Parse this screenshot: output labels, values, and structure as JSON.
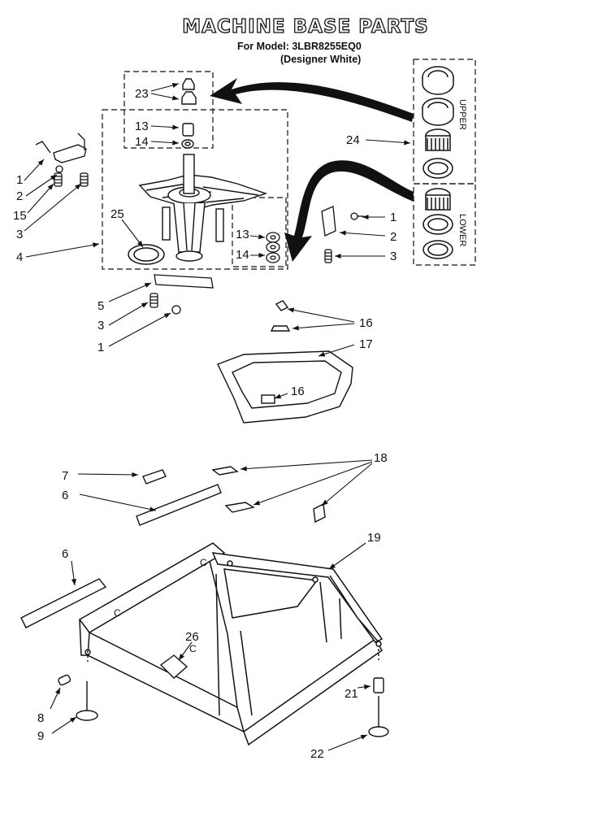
{
  "header": {
    "title": "MACHINE BASE PARTS",
    "model": "For Model: 3LBR8255EQ0",
    "color": "(Designer White)"
  },
  "side_labels": {
    "upper": "UPPER",
    "lower": "LOWER"
  },
  "callouts": {
    "c23": "23",
    "c13a": "13",
    "c14a": "14",
    "c1a": "1",
    "c2a": "2",
    "c15": "15",
    "c3a": "3",
    "c4": "4",
    "c25": "25",
    "c24": "24",
    "c1b": "1",
    "c2b": "2",
    "c3b": "3",
    "c13b": "13",
    "c14b": "14",
    "c5": "5",
    "c3c": "3",
    "c1c": "1",
    "c16a": "16",
    "c17": "17",
    "c16b": "16",
    "c7": "7",
    "c6a": "6",
    "c18": "18",
    "c6b": "6",
    "c19": "19",
    "c26": "26",
    "c8": "8",
    "c9": "9",
    "c21": "21",
    "c22": "22"
  },
  "frame_marks": {
    "m1": "C",
    "m2": "C",
    "m3": "C"
  }
}
